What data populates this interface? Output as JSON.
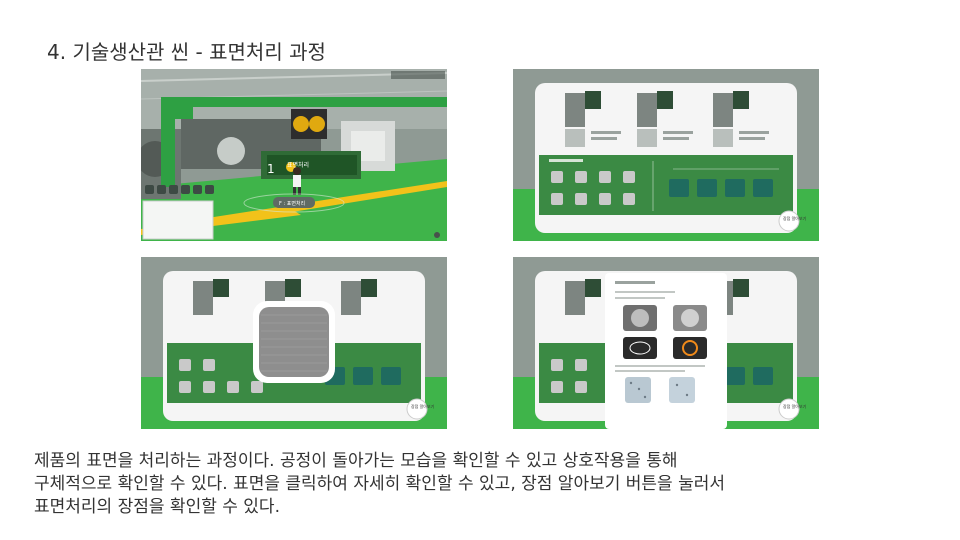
{
  "slide": {
    "title": "4. 기술생산관 씬 - 표면처리 과정",
    "caption": [
      "제품의 표면을 처리하는 과정이다. 공정이 돌아가는 모습을 확인할 수 있고 상호작용을 통해",
      "구체적으로 확인할 수 있다. 표면을 클릭하여 자세히 확인할 수 있고, 장점 알아보기 버튼을 눌러서",
      "표면처리의 장점을 확인할 수 있다."
    ]
  },
  "shot1": {
    "process_number": "1",
    "process_label": "표면처리",
    "interact_label": "F : 표면처리"
  },
  "panel": {
    "button_label": "장점 알아보기"
  },
  "colors": {
    "factory_green": "#3fb44a",
    "panel_green": "#3b8a44",
    "pipe_green": "#2ea043",
    "accent_yellow": "#f2c21a"
  }
}
